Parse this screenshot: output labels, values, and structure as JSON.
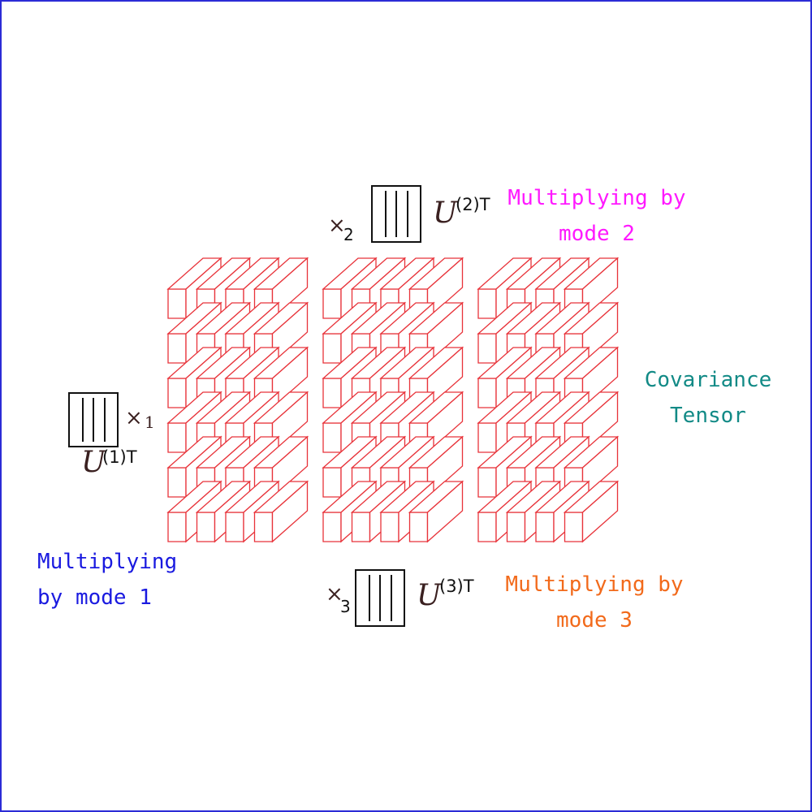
{
  "colors": {
    "frame": "#2b2bd6",
    "tensor_edges": "#e8333a",
    "mode1_text": "#1a1ae0",
    "mode2_text": "#ff19ff",
    "mode3_text": "#f26a1b",
    "tensor_label_text": "#128a86",
    "matrix_lines": "#111111"
  },
  "tensor": {
    "label_line1": "Covariance",
    "label_line2": "Tensor",
    "blocks": 3,
    "rows_per_block": 6,
    "cols_per_block": 4
  },
  "mode1": {
    "caption_line1": "Multiplying",
    "caption_line2": "by mode 1",
    "operator": "×",
    "operator_subscript": "1",
    "matrix_symbol": "U",
    "matrix_superscript": "(1)T",
    "matrix_icon": "matrix-columns-icon"
  },
  "mode2": {
    "caption_line1": "Multiplying by",
    "caption_line2": "mode 2",
    "operator": "×",
    "operator_subscript": "2",
    "matrix_symbol": "U",
    "matrix_superscript": "(2)T",
    "matrix_icon": "matrix-columns-icon"
  },
  "mode3": {
    "caption_line1": "Multiplying by",
    "caption_line2": "mode 3",
    "operator": "×",
    "operator_subscript": "3",
    "matrix_symbol": "U",
    "matrix_superscript": "(3)T",
    "matrix_icon": "matrix-columns-icon"
  }
}
